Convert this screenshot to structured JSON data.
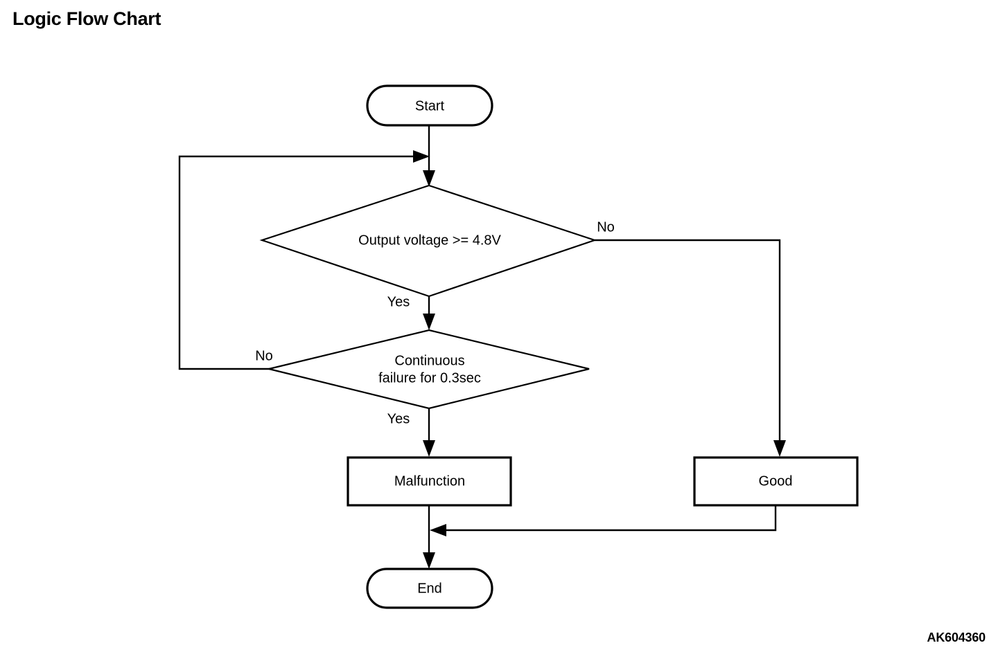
{
  "page": {
    "title": "Logic Flow Chart",
    "figure_code": "AK604360",
    "background_color": "#ffffff",
    "line_color": "#000000"
  },
  "chart_data": {
    "type": "diagram",
    "diagram_kind": "flowchart",
    "title": "Logic Flow Chart",
    "orientation": "top-to-bottom",
    "nodes": [
      {
        "id": "start",
        "shape": "terminator",
        "label": "Start",
        "label_lines": [
          "Start"
        ]
      },
      {
        "id": "decision1",
        "shape": "decision",
        "label": "Output voltage >= 4.8V",
        "label_lines": [
          "Output voltage >= 4.8V"
        ]
      },
      {
        "id": "decision2",
        "shape": "decision",
        "label": "Continuous failure for 0.3sec",
        "label_lines": [
          "Continuous",
          "failure for 0.3sec"
        ]
      },
      {
        "id": "malfunction",
        "shape": "process",
        "label": "Malfunction",
        "label_lines": [
          "Malfunction"
        ]
      },
      {
        "id": "good",
        "shape": "process",
        "label": "Good",
        "label_lines": [
          "Good"
        ]
      },
      {
        "id": "end",
        "shape": "terminator",
        "label": "End",
        "label_lines": [
          "End"
        ]
      }
    ],
    "edges": [
      {
        "from": "start",
        "to": "decision1",
        "label": ""
      },
      {
        "from": "decision1",
        "to": "decision2",
        "label": "Yes"
      },
      {
        "from": "decision1",
        "to": "good",
        "label": "No"
      },
      {
        "from": "decision2",
        "to": "malfunction",
        "label": "Yes"
      },
      {
        "from": "decision2",
        "to": "decision1",
        "label": "No"
      },
      {
        "from": "malfunction",
        "to": "end",
        "label": ""
      },
      {
        "from": "good",
        "to": "end",
        "label": ""
      }
    ]
  },
  "nodes": {
    "start": {
      "label": "Start"
    },
    "decision1": {
      "label": "Output voltage >= 4.8V"
    },
    "decision2": {
      "line1": "Continuous",
      "line2": "failure for 0.3sec"
    },
    "malfunction": {
      "label": "Malfunction"
    },
    "good": {
      "label": "Good"
    },
    "end": {
      "label": "End"
    }
  },
  "labels": {
    "decision1_no": "No",
    "decision1_yes": "Yes",
    "decision2_no": "No",
    "decision2_yes": "Yes"
  }
}
